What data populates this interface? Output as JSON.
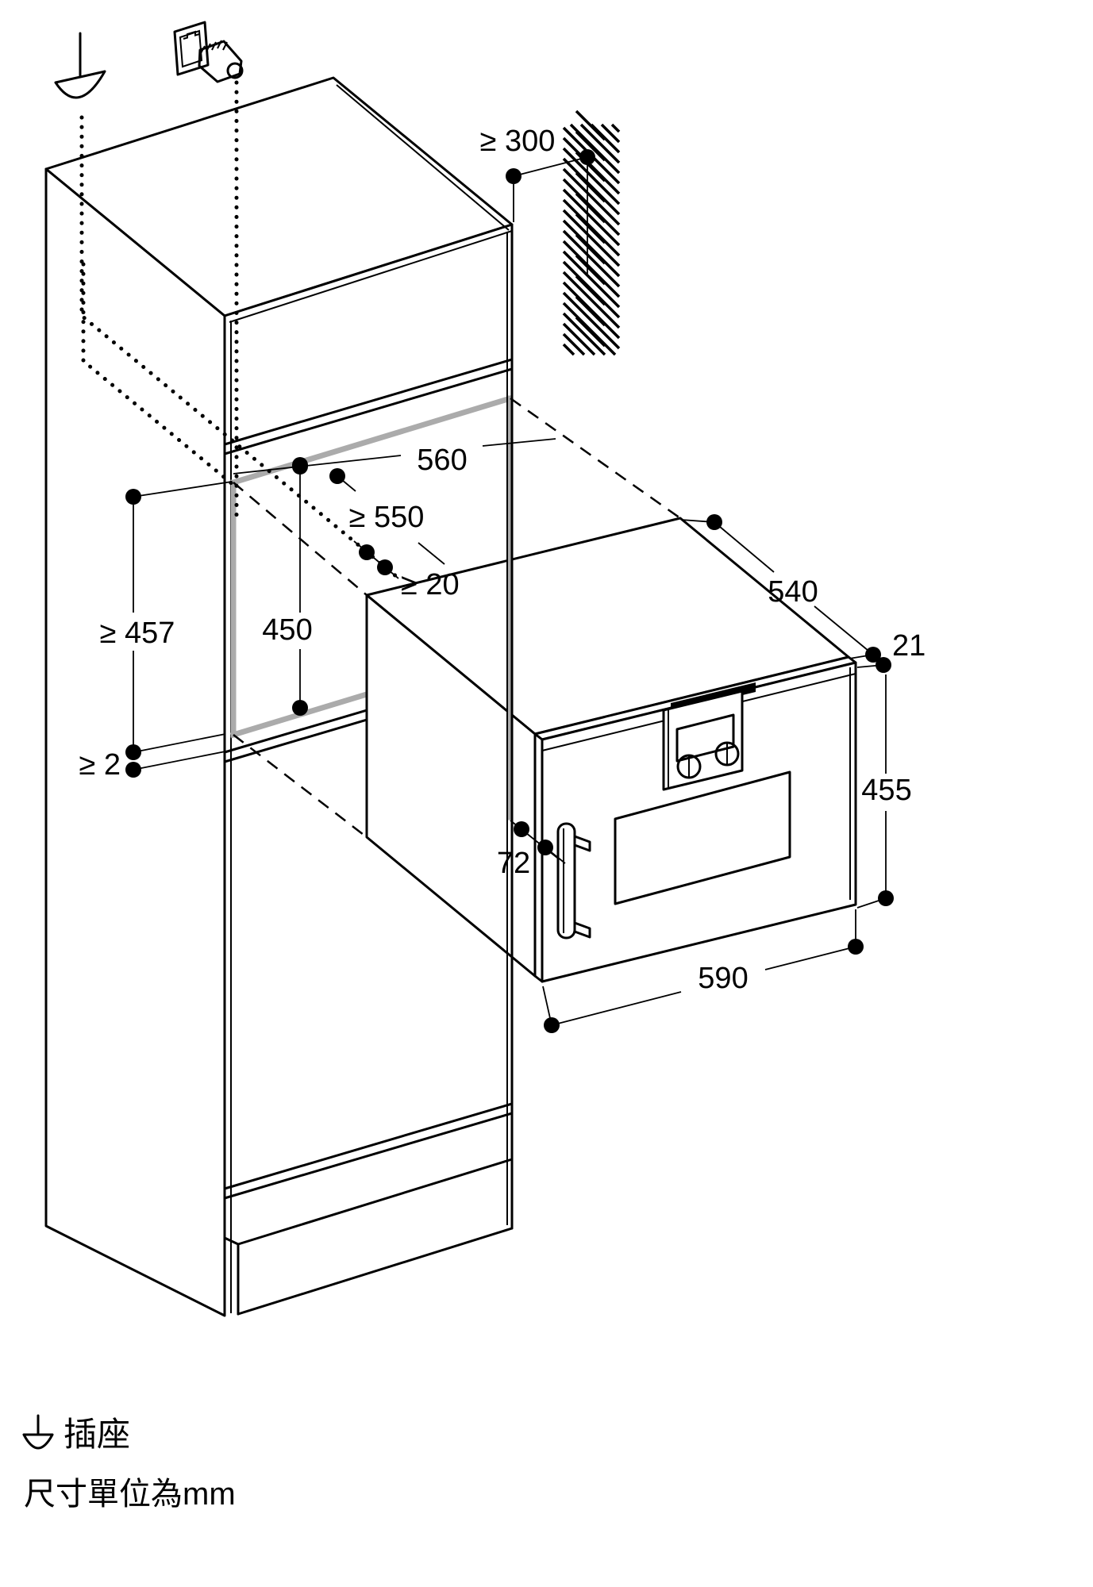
{
  "diagram": {
    "dimensions": {
      "wall_clearance": "≥ 300",
      "niche_width": "560",
      "niche_depth": "≥ 550",
      "cable_gap": "≥ 20",
      "niche_height": "450",
      "side_height": "≥ 457",
      "bottom_gap": "≥ 2",
      "oven_depth": "540",
      "front_overhang": "21",
      "oven_height": "455",
      "door_protrusion": "72",
      "oven_width": "590"
    },
    "legend": {
      "socket_label": "插座",
      "units_note": "尺寸單位為mm"
    },
    "icons": {
      "plug": "power-plug-icon",
      "socket": "socket-symbol-icon",
      "wall": "wall-hatch"
    },
    "colors": {
      "line": "#000000",
      "niche_highlight": "#ababab",
      "background": "#ffffff"
    }
  }
}
